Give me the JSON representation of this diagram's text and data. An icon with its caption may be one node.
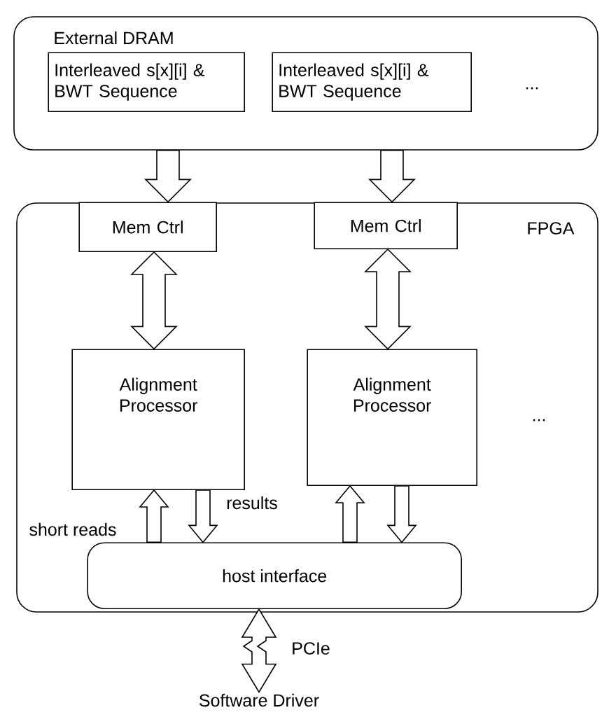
{
  "diagram": {
    "nodes": [
      {
        "text": [
          "External DRAM"
        ]
      },
      {
        "text": [
          "Interleaved s[x][i] & BWT Sequence"
        ],
        "in": 0
      },
      {
        "text": [
          "Interleaved s[x][i] & BWT Sequence"
        ],
        "in": 0
      },
      {
        "text": [
          "FPGA"
        ]
      },
      {
        "text": [
          "Mem Ctrl"
        ],
        "in": 3
      },
      {
        "text": [
          "Mem Ctrl"
        ],
        "in": 3
      },
      {
        "text": [
          "Alignment Processor"
        ],
        "in": 3
      },
      {
        "text": [
          "Alignment Processor"
        ],
        "in": 3
      },
      {
        "text": [
          "host interface"
        ],
        "in": 3
      },
      {
        "text": [
          "Software Driver"
        ]
      }
    ],
    "edges": [
      {
        "from": 0,
        "to": 4,
        "arrow": "to"
      },
      {
        "from": 0,
        "to": 5,
        "arrow": "to"
      },
      {
        "from": 4,
        "to": 6,
        "arrow": "both"
      },
      {
        "from": 5,
        "to": 7,
        "arrow": "both"
      },
      {
        "from": 8,
        "to": 6,
        "arrow": "to",
        "label": "short reads"
      },
      {
        "from": 6,
        "to": 8,
        "arrow": "to",
        "label": "results"
      },
      {
        "from": 8,
        "to": 7,
        "arrow": "to"
      },
      {
        "from": 7,
        "to": 8,
        "arrow": "to"
      },
      {
        "from": 8,
        "to": 9,
        "arrow": "both",
        "label": "PCIe"
      }
    ],
    "labels": [
      "...",
      "..."
    ]
  }
}
